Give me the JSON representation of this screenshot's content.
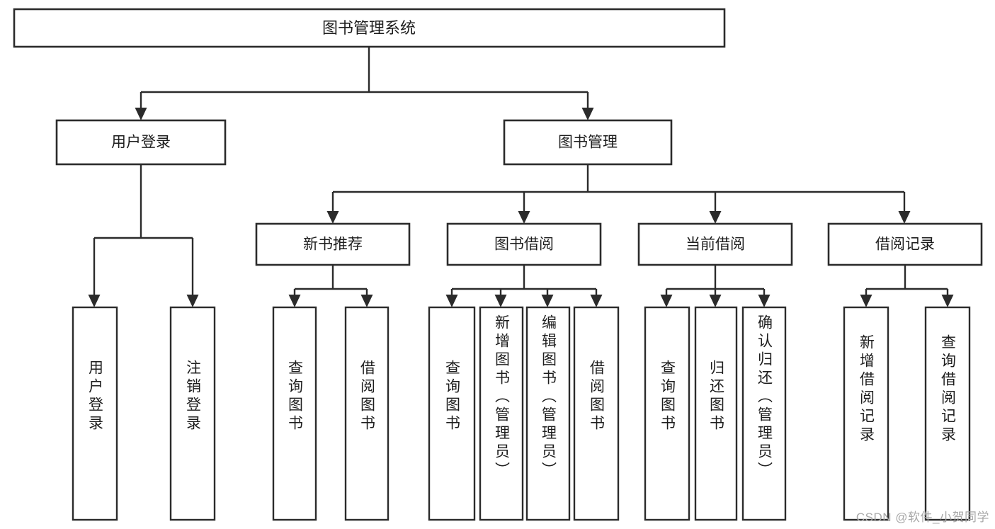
{
  "diagram": {
    "type": "tree-hierarchy",
    "title": "图书管理系统",
    "orientation": "top-down",
    "colors": {
      "box_stroke": "#2b2b2b",
      "box_fill": "#ffffff",
      "text": "#1d1d1d",
      "connector": "#2b2b2b",
      "watermark": "#a8a8a8",
      "background": "#ffffff"
    },
    "root": {
      "label": "图书管理系统"
    },
    "level2": [
      {
        "id": "user-login",
        "label": "用户登录"
      },
      {
        "id": "book-manage",
        "label": "图书管理"
      }
    ],
    "level3": [
      {
        "id": "new-book-recommend",
        "label": "新书推荐"
      },
      {
        "id": "book-borrow",
        "label": "图书借阅"
      },
      {
        "id": "current-borrow",
        "label": "当前借阅"
      },
      {
        "id": "borrow-record",
        "label": "借阅记录"
      }
    ],
    "leaves": {
      "user-login": [
        {
          "id": "leaf-user-login",
          "label": "用户登录"
        },
        {
          "id": "leaf-logout-login",
          "label": "注销登录"
        }
      ],
      "new-book-recommend": [
        {
          "id": "leaf-query-book-1",
          "label": "查询图书"
        },
        {
          "id": "leaf-borrow-book-1",
          "label": "借阅图书"
        }
      ],
      "book-borrow": [
        {
          "id": "leaf-query-book-2",
          "label": "查询图书"
        },
        {
          "id": "leaf-add-book",
          "label": "新增图书（管理员）"
        },
        {
          "id": "leaf-edit-book",
          "label": "编辑图书（管理员）"
        },
        {
          "id": "leaf-borrow-book-2",
          "label": "借阅图书"
        }
      ],
      "current-borrow": [
        {
          "id": "leaf-query-book-3",
          "label": "查询图书"
        },
        {
          "id": "leaf-return-book",
          "label": "归还图书"
        },
        {
          "id": "leaf-confirm-return",
          "label": "确认归还（管理员）"
        }
      ],
      "borrow-record": [
        {
          "id": "leaf-add-record",
          "label": "新增借阅记录"
        },
        {
          "id": "leaf-query-record",
          "label": "查询借阅记录"
        }
      ]
    }
  },
  "watermark": {
    "text": "CSDN @软件_小贺同学"
  }
}
